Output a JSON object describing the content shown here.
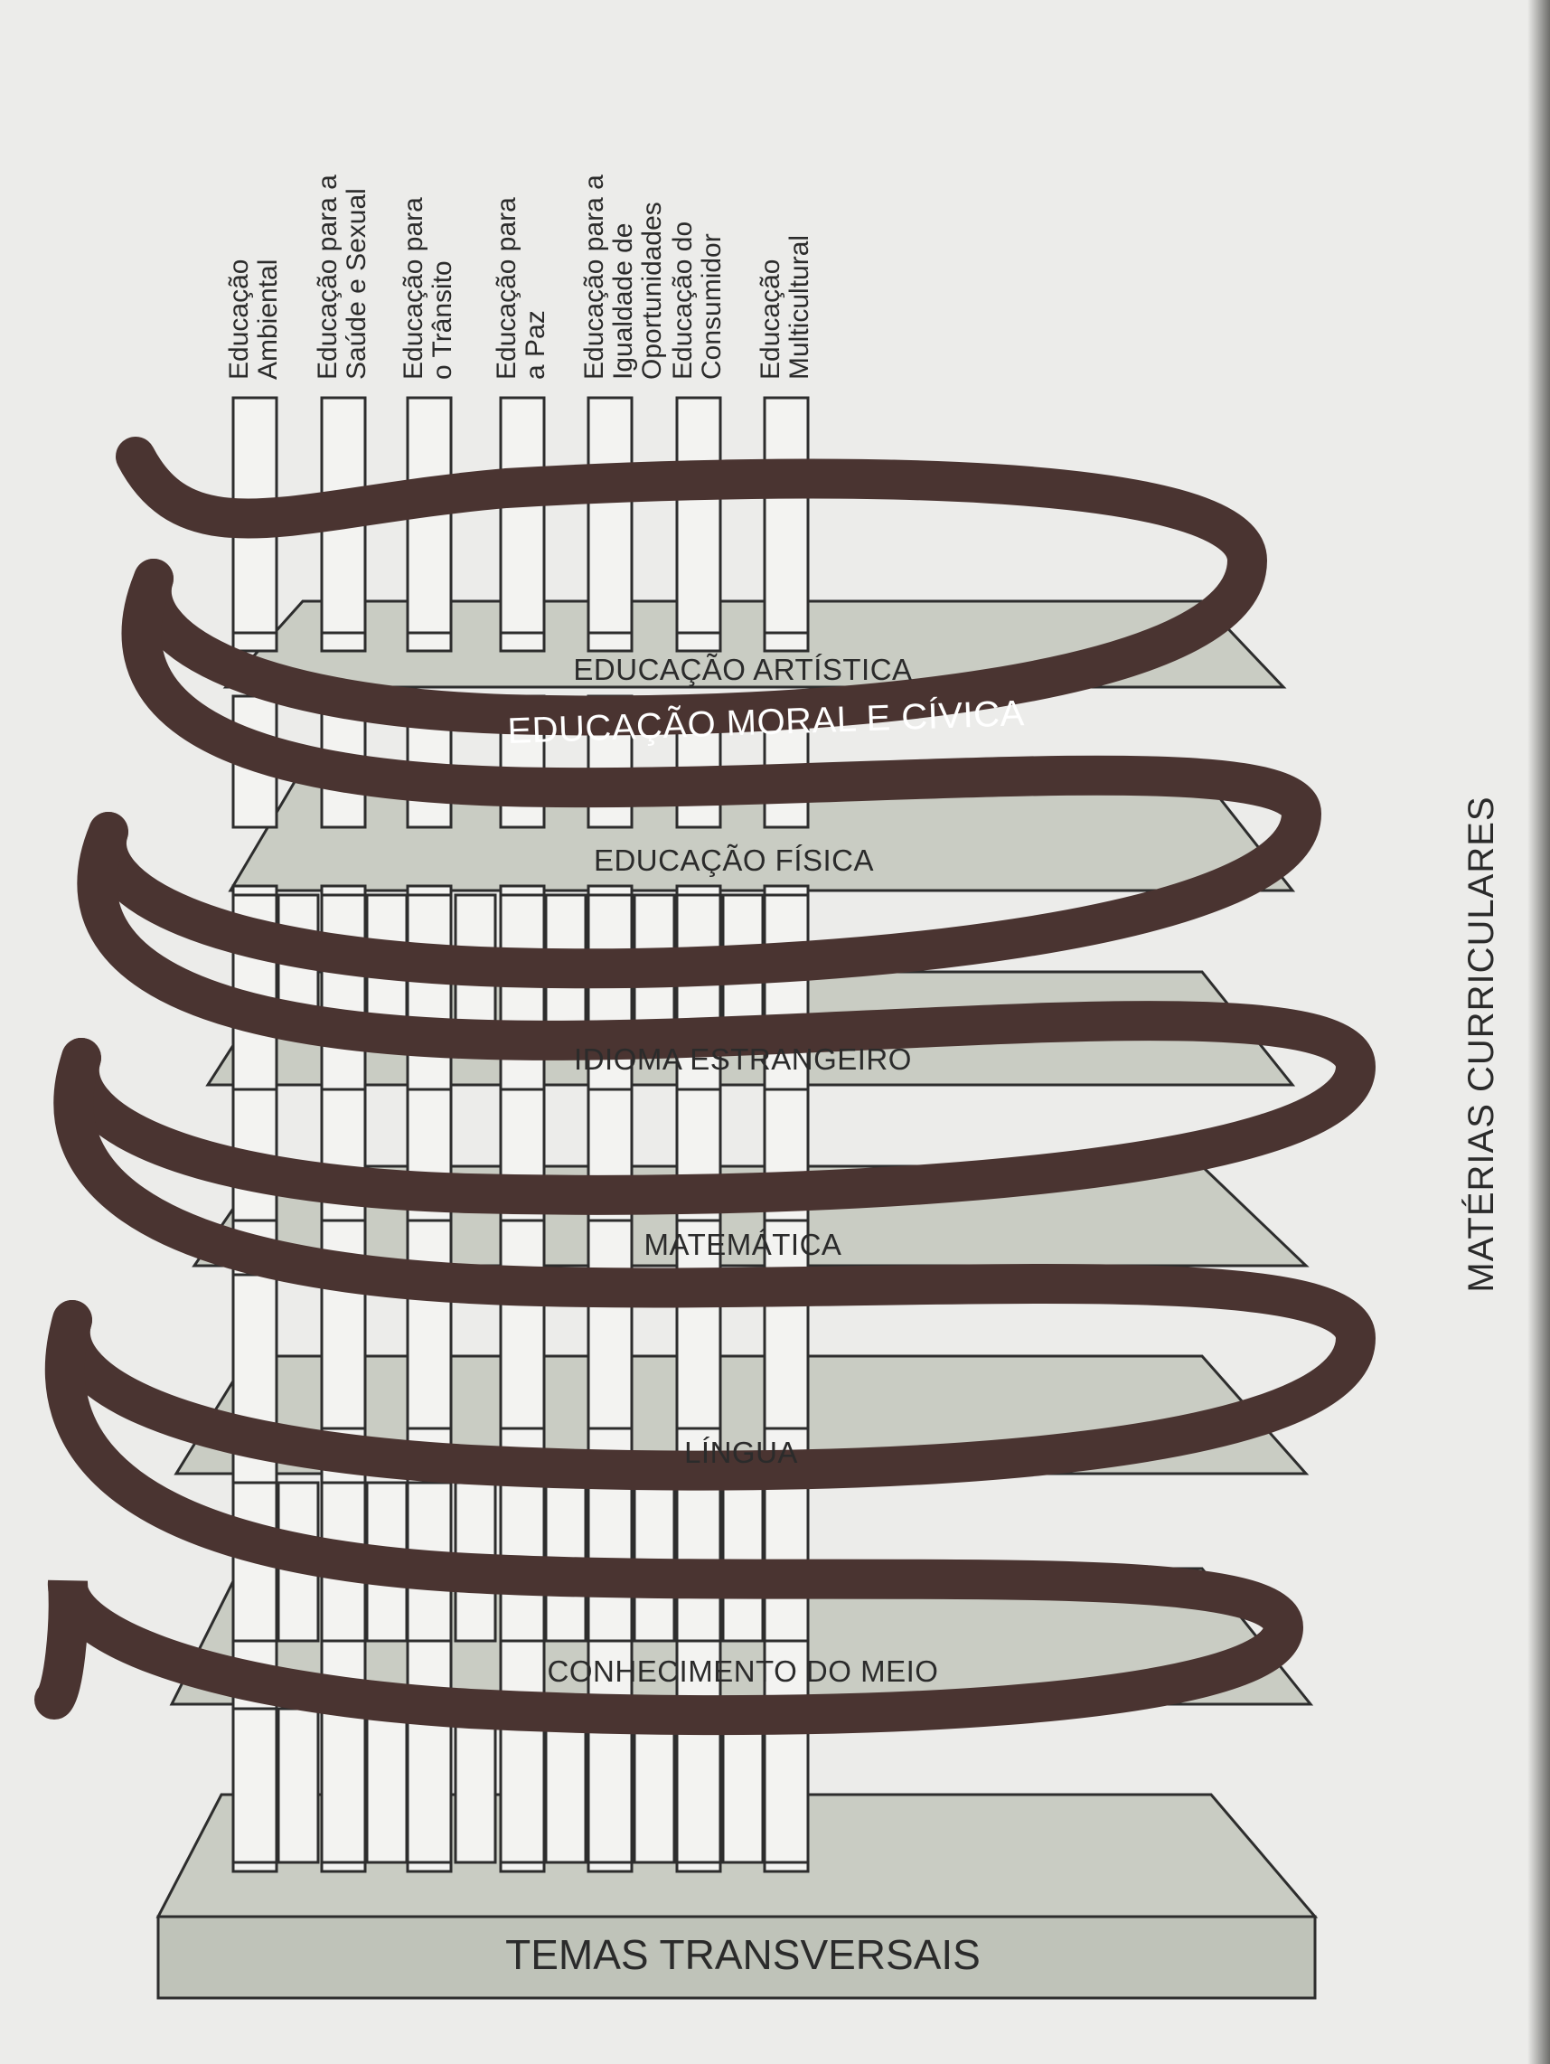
{
  "themes": [
    [
      "Educação",
      "Ambiental"
    ],
    [
      "Educação para a",
      "Saúde e Sexual"
    ],
    [
      "Educação para",
      "o Trânsito"
    ],
    [
      "Educação para",
      "a Paz"
    ],
    [
      "Educação para a",
      "Igualdade de",
      "Oportunidades"
    ],
    [
      "Educação do",
      "Consumidor"
    ],
    [
      "Educação",
      "Multicultural"
    ]
  ],
  "layers": [
    "EDUCAÇÃO ARTÍSTICA",
    "EDUCAÇÃO FÍSICA",
    "IDIOMA ESTRANGEIRO",
    "MATEMÁTICA",
    "LÍNGUA",
    "CONHECIMENTO DO MEIO"
  ],
  "spiral_label": "EDUCAÇÃO MORAL E CÍVICA",
  "base_label": "TEMAS TRANSVERSAIS",
  "side_label": "MATÉRIAS CURRICULARES",
  "colors": {
    "spiral": "#4a3431",
    "plate": "#c9ccc3",
    "post": "#f3f3f1",
    "outline": "#2d2d2d"
  }
}
